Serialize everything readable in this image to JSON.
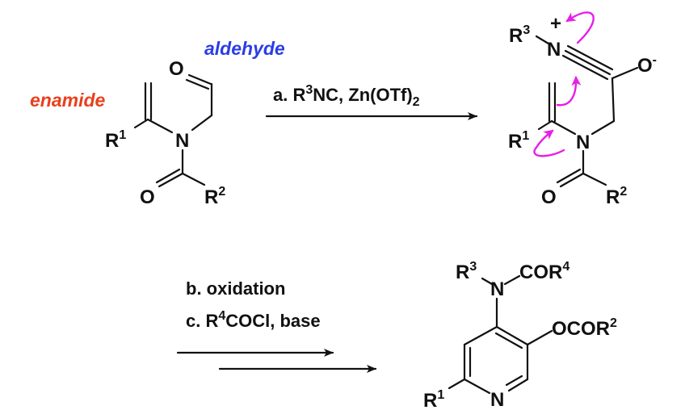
{
  "colors": {
    "enamide": "#e8401c",
    "aldehyde": "#2b3de6",
    "arrow_pushing": "#e81ee8",
    "ink": "#111111"
  },
  "starting_material": {
    "enamide_tag": "enamide",
    "aldehyde_tag": "aldehyde",
    "atoms": {
      "O_aldehyde": "O",
      "N": "N",
      "R1": "R",
      "R1_sup": "1",
      "O_amide": "O",
      "R2": "R",
      "R2_sup": "2"
    }
  },
  "step_a": {
    "prefix": "a. R",
    "sup": "3",
    "mid": "NC, Zn(OTf)",
    "sub": "2"
  },
  "intermediate": {
    "R3": "R",
    "R3_sup": "3",
    "plus": "+",
    "N_nitrilium": "N",
    "O_minus": "O",
    "minus": "-",
    "R1": "R",
    "R1_sup": "1",
    "N": "N",
    "O_amide": "O",
    "R2": "R",
    "R2_sup": "2"
  },
  "step_b": "b. oxidation",
  "step_c": {
    "prefix": "c. R",
    "sup": "4",
    "rest": "COCl, base"
  },
  "product": {
    "R3": "R",
    "R3_sup": "3",
    "N_amine": "N",
    "COR4": "COR",
    "COR4_sup": "4",
    "OCOR2": "OCOR",
    "OCOR2_sup": "2",
    "R1": "R",
    "R1_sup": "1",
    "N_ring": "N"
  }
}
